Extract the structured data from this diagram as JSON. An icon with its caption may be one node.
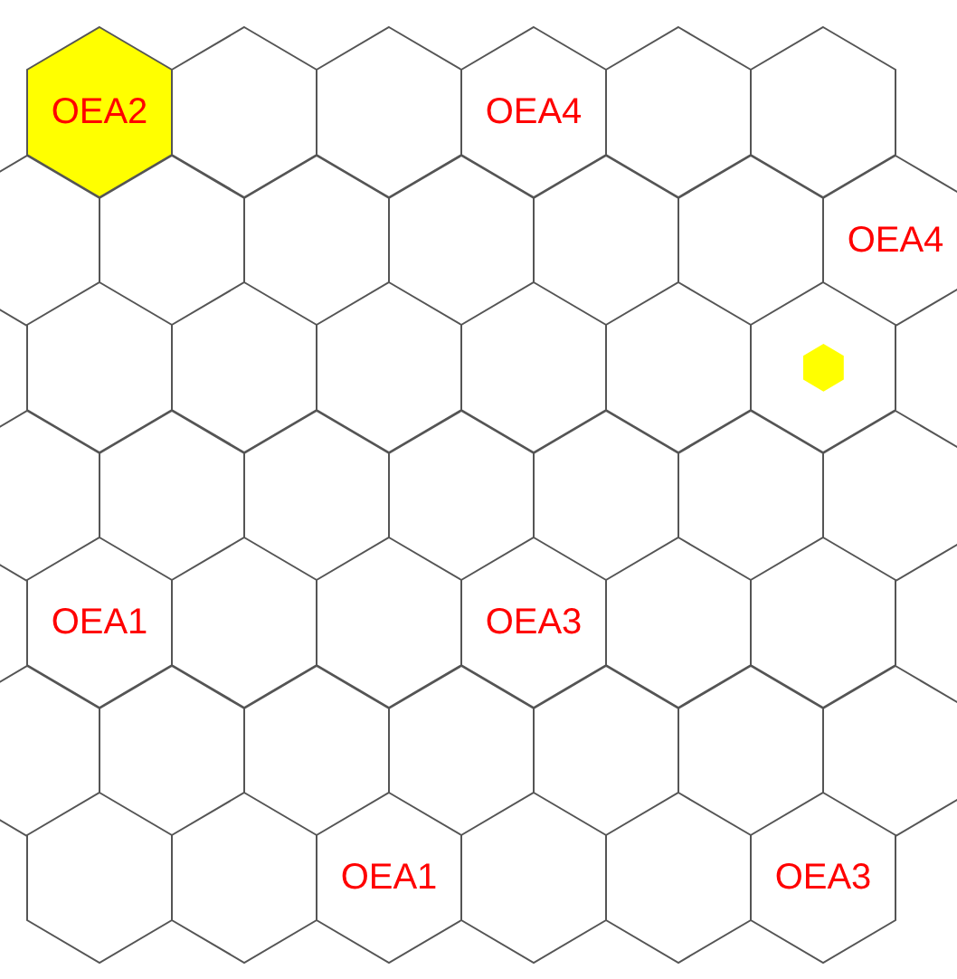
{
  "diagram": {
    "nodes": [
      {
        "text": [
          "OEA2"
        ]
      },
      {
        "text": [],
        "shape": "hexagon"
      },
      {
        "text": [],
        "shape": "hexagon"
      },
      {
        "text": [
          "OEA4"
        ]
      },
      {
        "text": [],
        "shape": "hexagon"
      },
      {
        "text": [],
        "shape": "hexagon"
      },
      {
        "text": [],
        "shape": "hexagon"
      },
      {
        "text": [],
        "shape": "hexagon"
      },
      {
        "text": [],
        "shape": "hexagon"
      },
      {
        "text": [],
        "shape": "hexagon"
      },
      {
        "text": [],
        "shape": "hexagon"
      },
      {
        "text": [],
        "shape": "hexagon"
      },
      {
        "text": [
          "OEA4"
        ]
      },
      {
        "text": [],
        "shape": "hexagon"
      },
      {
        "text": [],
        "shape": "hexagon"
      },
      {
        "text": [],
        "shape": "hexagon"
      },
      {
        "text": [],
        "shape": "hexagon"
      },
      {
        "text": [],
        "shape": "hexagon"
      },
      {
        "text": [],
        "shape": "hexagon"
      },
      {
        "text": [],
        "shape": "hexagon",
        "in": 18
      },
      {
        "text": [],
        "shape": "hexagon"
      },
      {
        "text": [],
        "shape": "hexagon"
      },
      {
        "text": [],
        "shape": "hexagon"
      },
      {
        "text": [],
        "shape": "hexagon"
      },
      {
        "text": [],
        "shape": "hexagon"
      },
      {
        "text": [],
        "shape": "hexagon"
      },
      {
        "text": [],
        "shape": "hexagon"
      },
      {
        "text": [
          "OEA1"
        ]
      },
      {
        "text": [],
        "shape": "hexagon"
      },
      {
        "text": [],
        "shape": "hexagon"
      },
      {
        "text": [
          "OEA3"
        ]
      },
      {
        "text": [],
        "shape": "hexagon"
      },
      {
        "text": [],
        "shape": "hexagon"
      },
      {
        "text": [],
        "shape": "hexagon"
      },
      {
        "text": [],
        "shape": "hexagon"
      },
      {
        "text": [],
        "shape": "hexagon"
      },
      {
        "text": [],
        "shape": "hexagon"
      },
      {
        "text": [],
        "shape": "hexagon"
      },
      {
        "text": [],
        "shape": "hexagon"
      },
      {
        "text": [],
        "shape": "hexagon"
      },
      {
        "text": [],
        "shape": "hexagon"
      },
      {
        "text": [],
        "shape": "hexagon"
      },
      {
        "text": [
          "OEA1"
        ]
      },
      {
        "text": [],
        "shape": "hexagon"
      },
      {
        "text": [],
        "shape": "hexagon"
      },
      {
        "text": [
          "OEA3"
        ]
      }
    ]
  }
}
